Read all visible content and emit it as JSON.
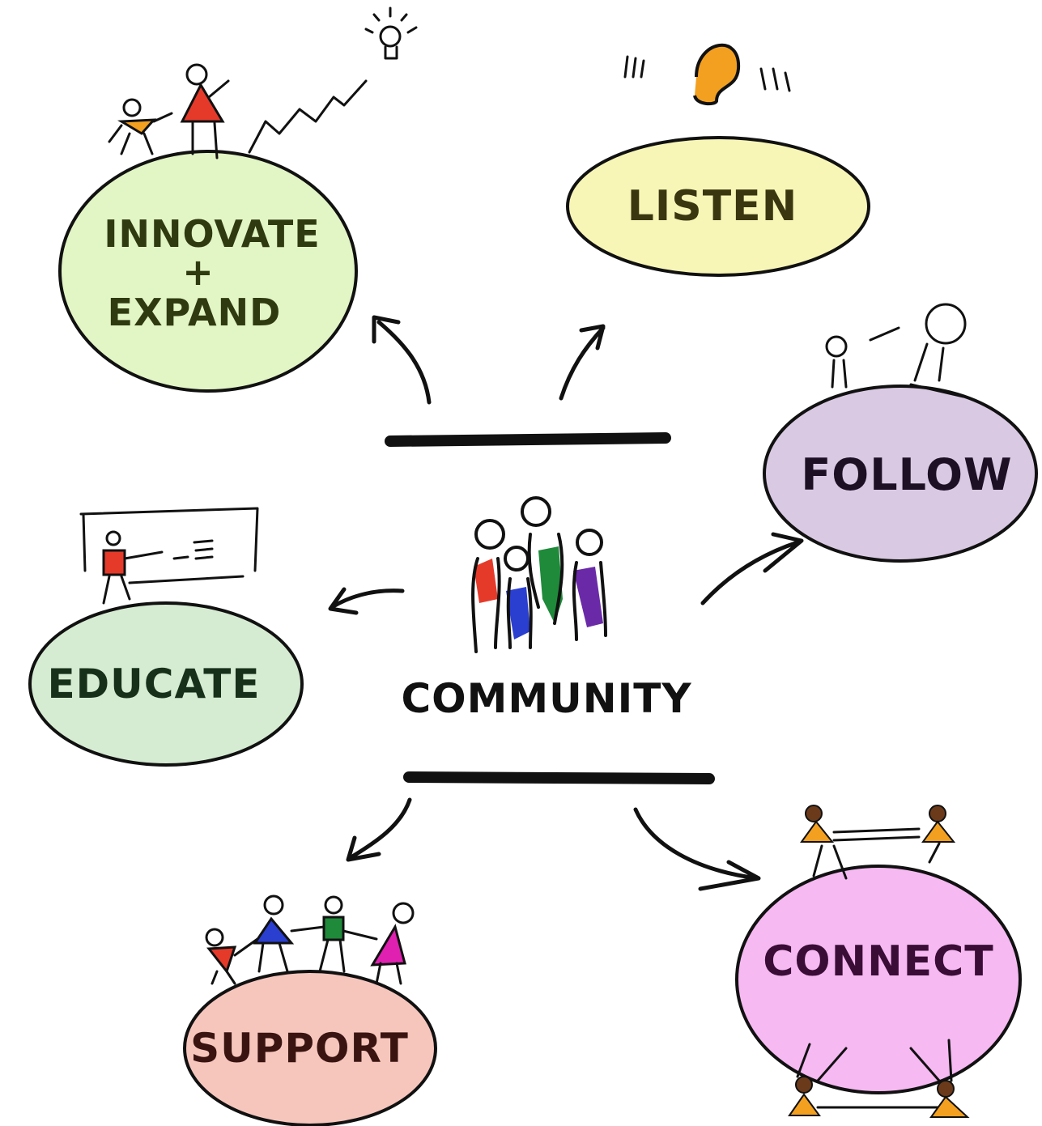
{
  "center": {
    "label": "COMMUNITY"
  },
  "nodes": {
    "innovate": {
      "line1": "INNOVATE",
      "line2": "+",
      "line3": "EXPAND",
      "fill": "#e2f5c4",
      "text_color": "#2f3a10"
    },
    "listen": {
      "label": "LISTEN",
      "fill": "#f8f6b6",
      "text_color": "#3a3610"
    },
    "follow": {
      "label": "FOLLOW",
      "fill": "#d9c9e3",
      "text_color": "#1e1024"
    },
    "educate": {
      "label": "EDUCATE",
      "fill": "#d6ecd2",
      "text_color": "#17301a"
    },
    "support": {
      "label": "SUPPORT",
      "fill": "#f6c6bd",
      "text_color": "#3a1410"
    },
    "connect": {
      "label": "CONNECT",
      "fill": "#f6b9f2",
      "text_color": "#3a0d36"
    }
  },
  "colors": {
    "red": "#e53a2a",
    "blue": "#2a3fd0",
    "green": "#1e8a3a",
    "purple": "#6a2aa8",
    "orange": "#f3a020",
    "magenta": "#e020b0"
  }
}
